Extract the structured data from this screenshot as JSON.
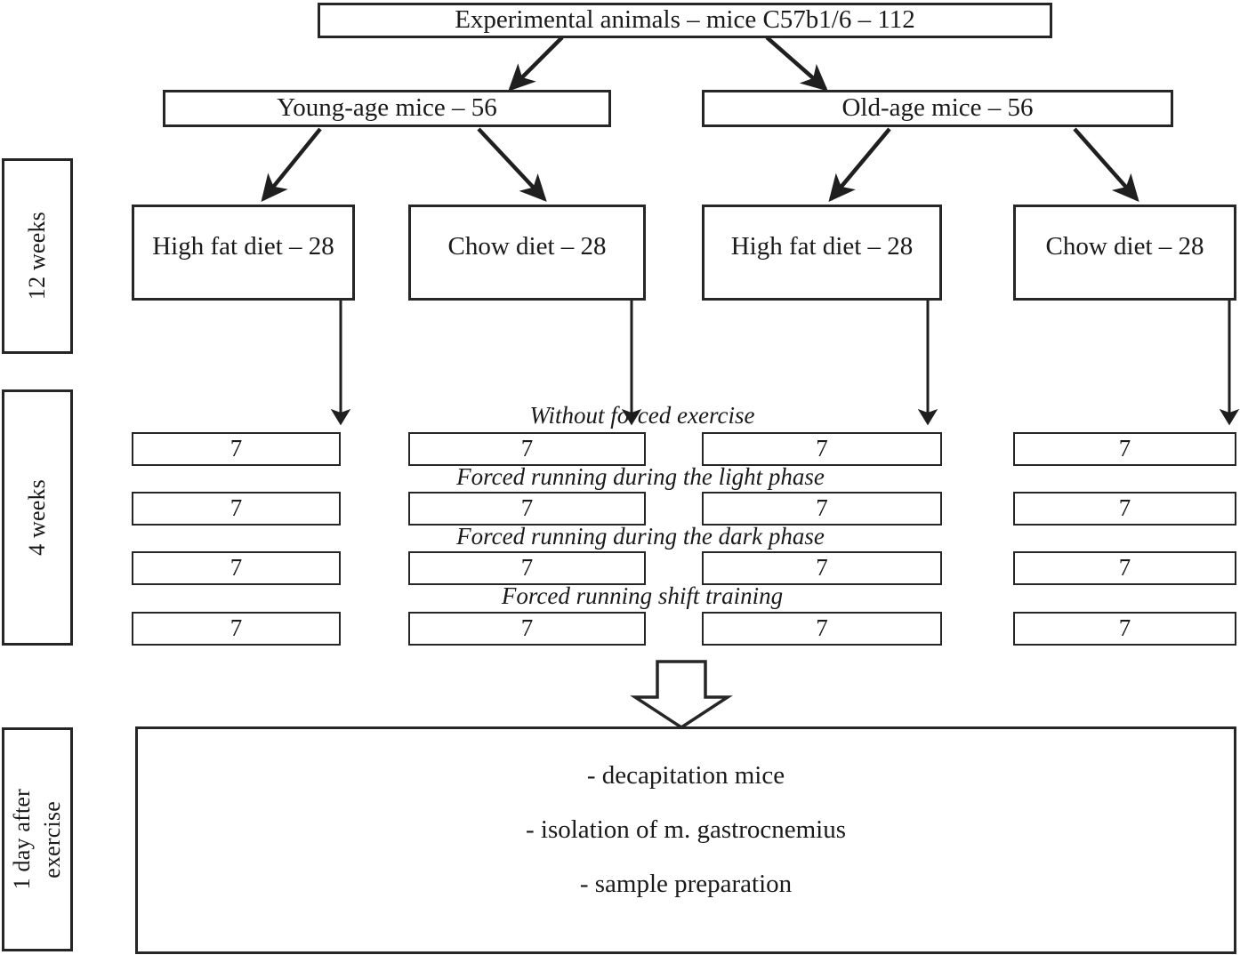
{
  "diagram": {
    "type": "flowchart",
    "title_box": {
      "label": "Experimental animals – mice C57b1/6 – 112",
      "count": 112
    },
    "age_groups": [
      {
        "label": "Young-age mice – 56",
        "count": 56
      },
      {
        "label": "Old-age mice – 56",
        "count": 56
      }
    ],
    "diet_boxes": [
      {
        "label": "High fat diet – 28",
        "count": 28
      },
      {
        "label": "Chow diet – 28",
        "count": 28
      },
      {
        "label": "High fat diet – 28",
        "count": 28
      },
      {
        "label": "Chow diet – 28",
        "count": 28
      }
    ],
    "exercise_phases": [
      {
        "label": "Without forced exercise",
        "counts": [
          "7",
          "7",
          "7",
          "7"
        ]
      },
      {
        "label": "Forced running during the light phase",
        "counts": [
          "7",
          "7",
          "7",
          "7"
        ]
      },
      {
        "label": "Forced running during the dark phase",
        "counts": [
          "7",
          "7",
          "7",
          "7"
        ]
      },
      {
        "label": "Forced running shift training",
        "counts": [
          "7",
          "7",
          "7",
          "7"
        ]
      }
    ],
    "period_labels": [
      {
        "text": "12 weeks"
      },
      {
        "text": "4 weeks"
      },
      {
        "text_line_1": "1 day after",
        "text_line_2": "exercise"
      }
    ],
    "outcome_box": {
      "lines": [
        "- decapitation mice",
        "- isolation of m. gastrocnemius",
        "- sample preparation"
      ]
    },
    "colors": {
      "stroke": "#262626",
      "background": "#ffffff",
      "text": "#1a1a1a"
    }
  }
}
